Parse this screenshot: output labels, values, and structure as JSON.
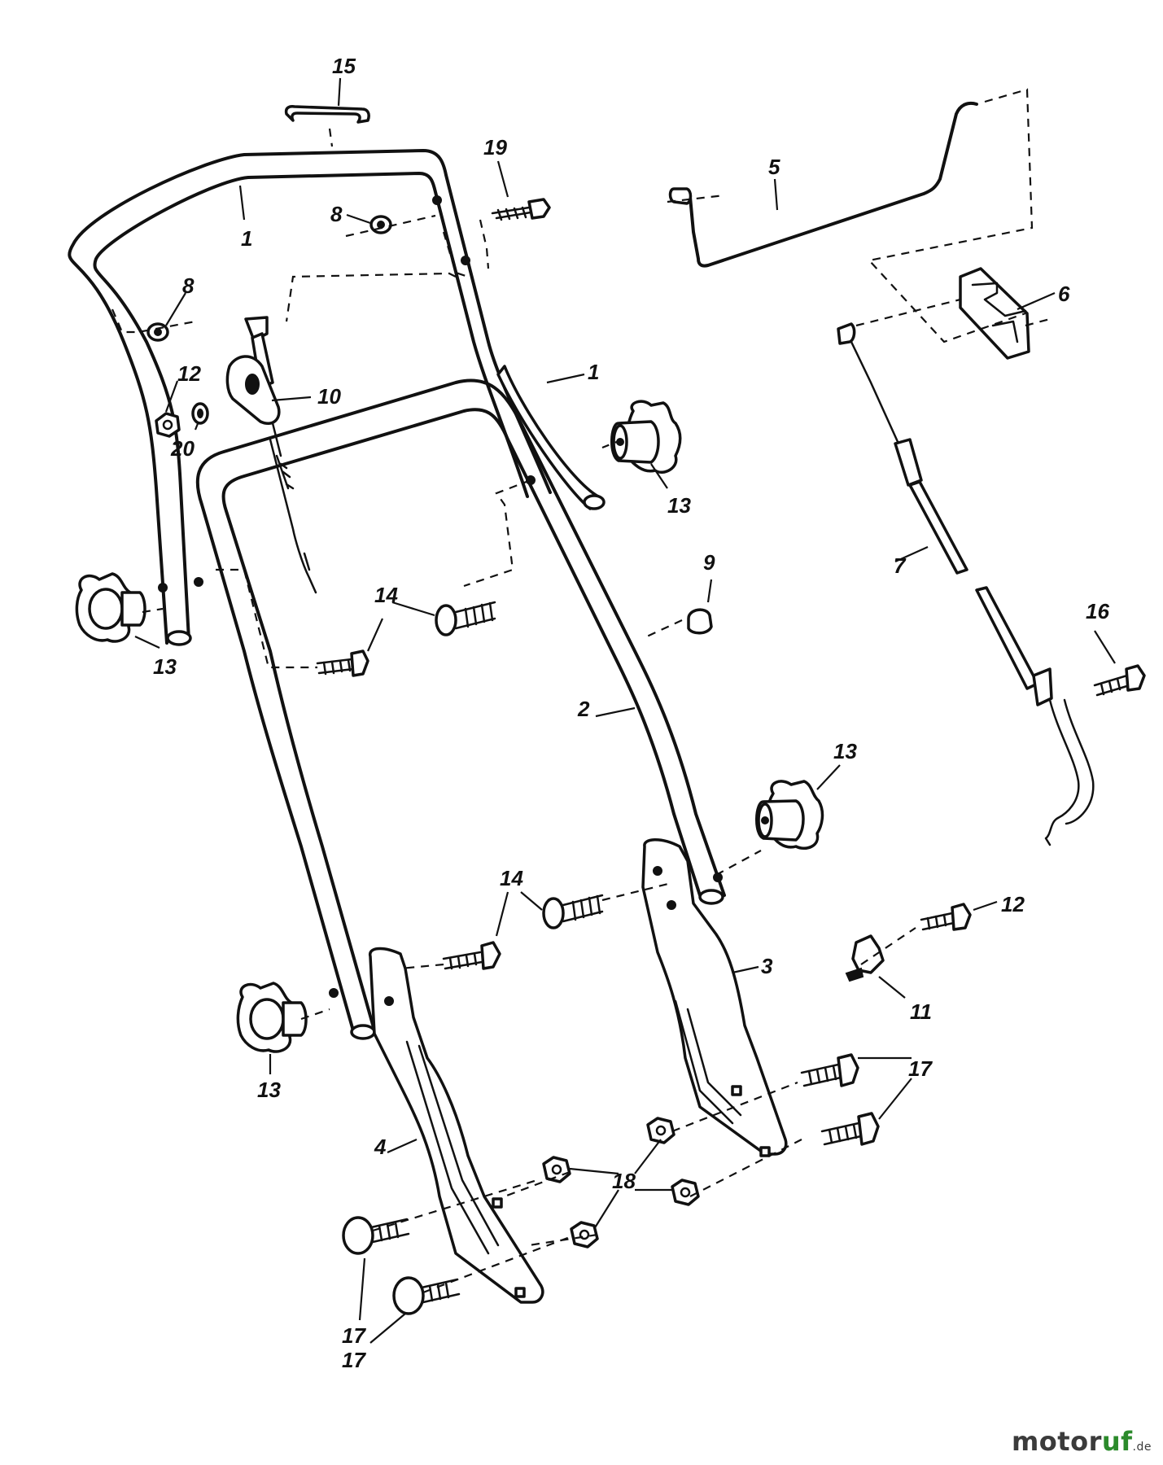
{
  "diagram": {
    "title": "Handle assembly parts diagram",
    "callouts": [
      "15",
      "19",
      "1",
      "8",
      "5",
      "8",
      "6",
      "12",
      "10",
      "1",
      "20",
      "13",
      "7",
      "9",
      "14",
      "13",
      "16",
      "2",
      "13",
      "14",
      "3",
      "12",
      "11",
      "13",
      "4",
      "17",
      "17",
      "18",
      "17"
    ]
  },
  "watermark": {
    "brand_part1": "motor",
    "brand_part2": "uf",
    "tld": ".de"
  },
  "colors": {
    "line": "#111111",
    "watermark_dark": "#3b3b3b",
    "watermark_green": "#2b8a2b"
  }
}
